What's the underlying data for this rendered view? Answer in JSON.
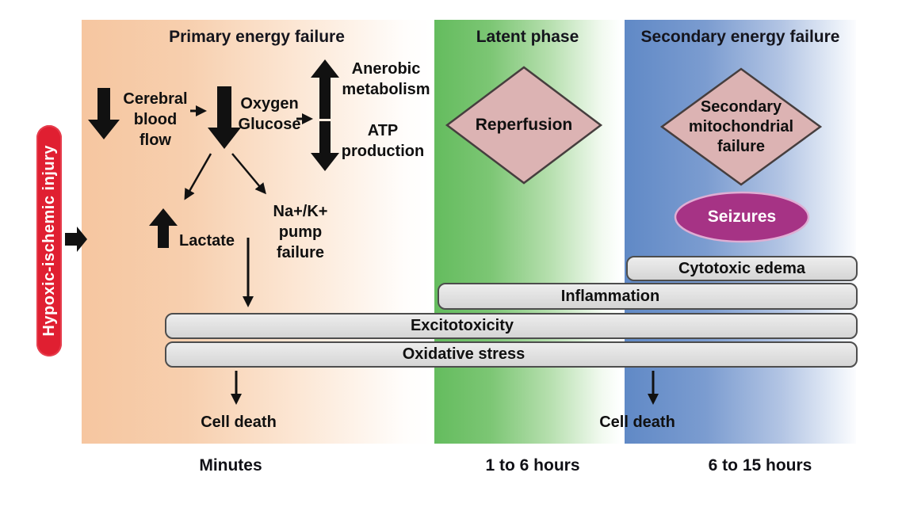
{
  "banner": {
    "label": "Hypoxic-ischemic injury"
  },
  "panels": {
    "primary": {
      "title": "Primary energy failure",
      "time": "Minutes",
      "cerebral": "Cerebral\nblood\nflow",
      "oxygen": "Oxygen\nGlucose",
      "anerobic": "Anerobic\nmetabolism",
      "atp": "ATP\nproduction",
      "lactate": "Lactate",
      "pump": "Na+/K+\npump\nfailure",
      "cell_death": "Cell death"
    },
    "latent": {
      "title": "Latent phase",
      "time": "1 to 6 hours",
      "diamond": "Reperfusion"
    },
    "secondary": {
      "title": "Secondary energy failure",
      "time": "6 to 15 hours",
      "diamond": "Secondary\nmitochondrial\nfailure",
      "seizures": "Seizures",
      "cell_death": "Cell death"
    }
  },
  "bars": [
    "Cytotoxic edema",
    "Inflammation",
    "Excitotoxicity",
    "Oxidative stress"
  ],
  "colors": {
    "primary_panel": "#f6c6a0",
    "latent_panel": "#64bc5e",
    "secondary_panel": "#6089c6",
    "injury_banner": "#e01f31",
    "diamond_fill": "#dcb3b3",
    "seizures_fill": "#a63385",
    "bar_fill": "#dedede",
    "arrow": "#111111"
  }
}
